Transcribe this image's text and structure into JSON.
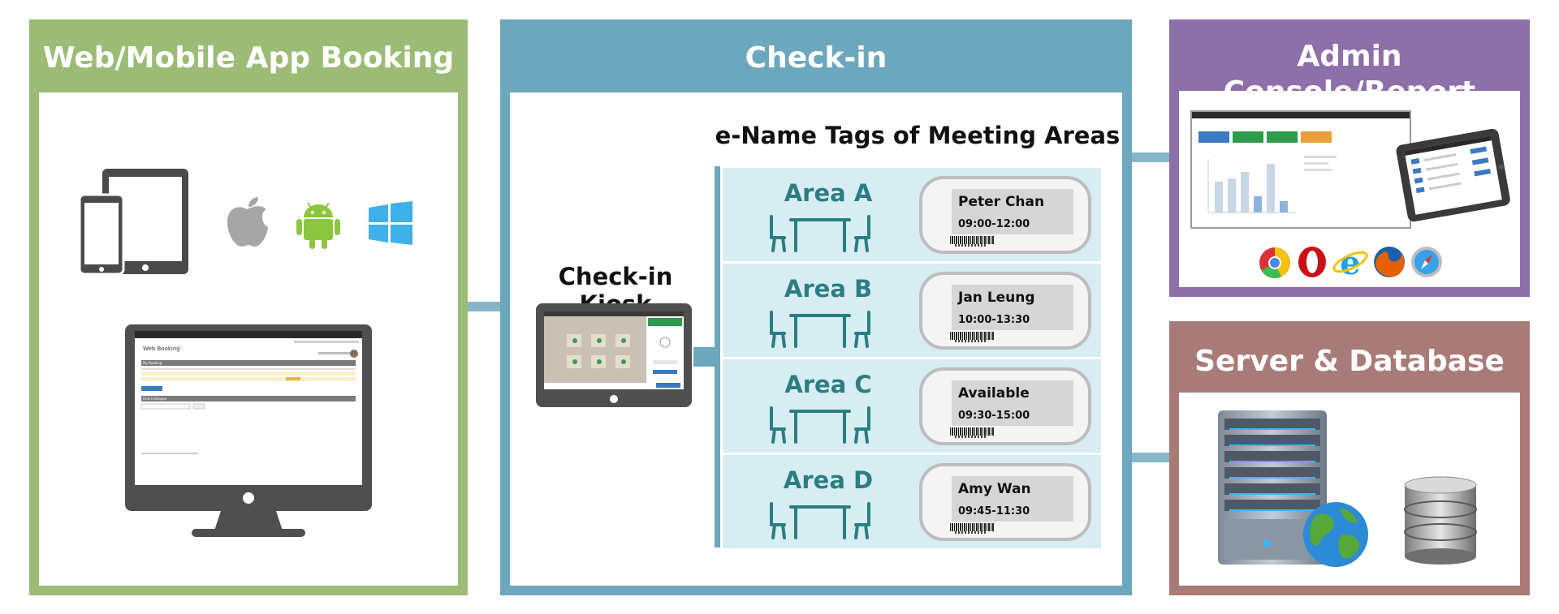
{
  "panels": {
    "web": {
      "title": "Web/Mobile App Booking",
      "color": "#9cbc76"
    },
    "checkin": {
      "title": "Check-in",
      "color": "#6ca7bd"
    },
    "admin": {
      "title": "Admin Console/Report",
      "color": "#8d6fa9"
    },
    "server": {
      "title": "Server & Database",
      "color": "#a97b78"
    }
  },
  "checkin": {
    "kiosk_label": "Check-in Kiosk",
    "tags_label": "e-Name Tags of Meeting Areas",
    "areas": [
      {
        "name": "Area A",
        "person": "Peter Chan",
        "time": "09:00-12:00"
      },
      {
        "name": "Area B",
        "person": "Jan Leung",
        "time": "10:00-13:30"
      },
      {
        "name": "Area C",
        "person": "Available",
        "time": "09:30-15:00"
      },
      {
        "name": "Area D",
        "person": "Amy Wan",
        "time": "09:45-11:30"
      }
    ]
  },
  "web_screen": {
    "heading": "Web Booking",
    "section_booking": "My Booking",
    "section_find": "Find Colleague"
  },
  "icons": {
    "devices": "tablet-phone-icon",
    "apple": "apple-icon",
    "android": "android-icon",
    "windows": "windows-icon",
    "monitor": "desktop-monitor-icon",
    "browsers": [
      "chrome-icon",
      "opera-icon",
      "ie-icon",
      "firefox-icon",
      "safari-icon"
    ],
    "server": "server-rack-icon",
    "globe": "globe-icon",
    "database": "database-icon"
  }
}
